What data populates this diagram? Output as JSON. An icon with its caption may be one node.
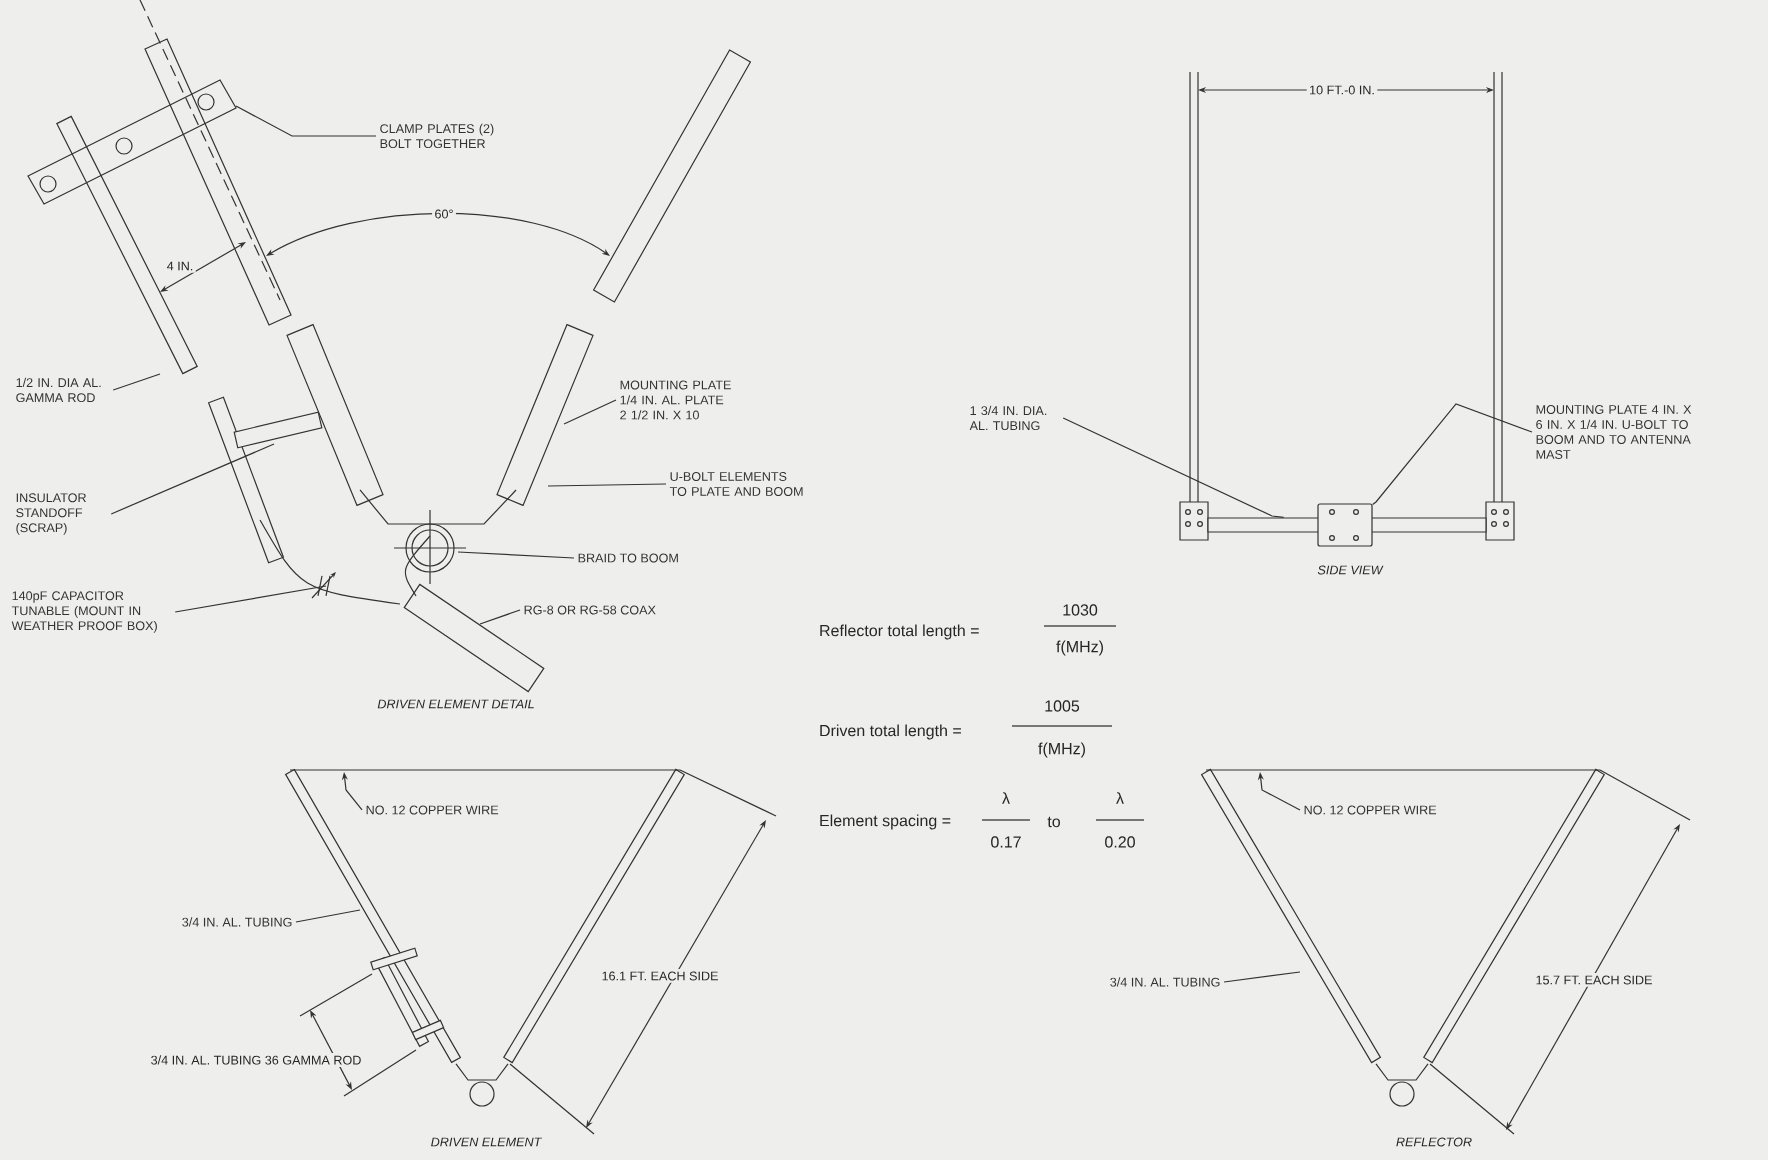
{
  "diagram": {
    "nodes": [
      {
        "text": [
          "CLAMP PLATES (2) BOLT TOGETHER"
        ]
      },
      {
        "text": [
          "1/2 IN. DIA AL. GAMMA ROD"
        ]
      },
      {
        "text": [
          "MOUNTING PLATE 1/4 IN. AL. PLATE 2 1/2 IN. X 10"
        ]
      },
      {
        "text": [
          "INSULATOR STANDOFF (SCRAP)"
        ]
      },
      {
        "text": [
          "U-BOLT ELEMENTS TO PLATE AND BOOM"
        ]
      },
      {
        "text": [
          "BRAID TO BOOM"
        ]
      },
      {
        "text": [
          "140pF CAPACITOR TUNABLE (MOUNT IN WEATHER PROOF BOX)"
        ]
      },
      {
        "text": [
          "RG-8 OR RG-58 COAX"
        ]
      },
      {
        "text": [
          "1 3/4 IN. DIA. AL. TUBING"
        ]
      },
      {
        "text": [
          "MOUNTING PLATE 4 IN. X 6 IN. X 1/4 IN. U-BOLT TO BOOM AND TO ANTENNA MAST"
        ]
      },
      {
        "text": [
          "NO. 12 COPPER WIRE"
        ]
      },
      {
        "text": [
          "3/4 IN. AL. TUBING"
        ]
      },
      {
        "text": [
          "NO. 12 COPPER WIRE"
        ]
      },
      {
        "text": [
          "3/4 IN. AL. TUBING"
        ]
      },
      {
        "text": [],
        "shape": "bar"
      },
      {
        "text": [],
        "shape": "box"
      }
    ],
    "edges": [
      {
        "from": 0,
        "to": null,
        "arrow": "none"
      },
      {
        "from": 1,
        "to": null,
        "arrow": "none"
      },
      {
        "from": 2,
        "to": null,
        "arrow": "none"
      },
      {
        "from": 3,
        "to": null,
        "arrow": "none"
      },
      {
        "from": 4,
        "to": null,
        "arrow": "none"
      },
      {
        "from": 5,
        "to": null,
        "arrow": "none"
      },
      {
        "from": 6,
        "to": null,
        "arrow": "none"
      },
      {
        "from": 7,
        "to": null,
        "arrow": "none"
      },
      {
        "from": 8,
        "to": 14,
        "arrow": "none"
      },
      {
        "from": 9,
        "to": 15,
        "arrow": "none"
      },
      {
        "from": 10,
        "to": null,
        "arrow": "to"
      },
      {
        "from": 11,
        "to": null,
        "arrow": "none"
      },
      {
        "from": 12,
        "to": null,
        "arrow": "to"
      },
      {
        "from": 13,
        "to": null,
        "arrow": "none"
      }
    ],
    "labels": [
      "60°",
      "4 IN.",
      "DRIVEN ELEMENT DETAIL",
      "10 FT.-0 IN.",
      "SIDE VIEW",
      "Reflector total length =",
      "1030",
      "f(MHz)",
      "Driven total length =",
      "1005",
      "f(MHz)",
      "Element spacing =",
      "λ",
      "0.17",
      "to",
      "λ",
      "0.20",
      "16.1 FT. EACH SIDE",
      "3/4 IN. AL. TUBING 36 GAMMA ROD",
      "DRIVEN ELEMENT",
      "15.7 FT. EACH SIDE",
      "REFLECTOR"
    ]
  }
}
